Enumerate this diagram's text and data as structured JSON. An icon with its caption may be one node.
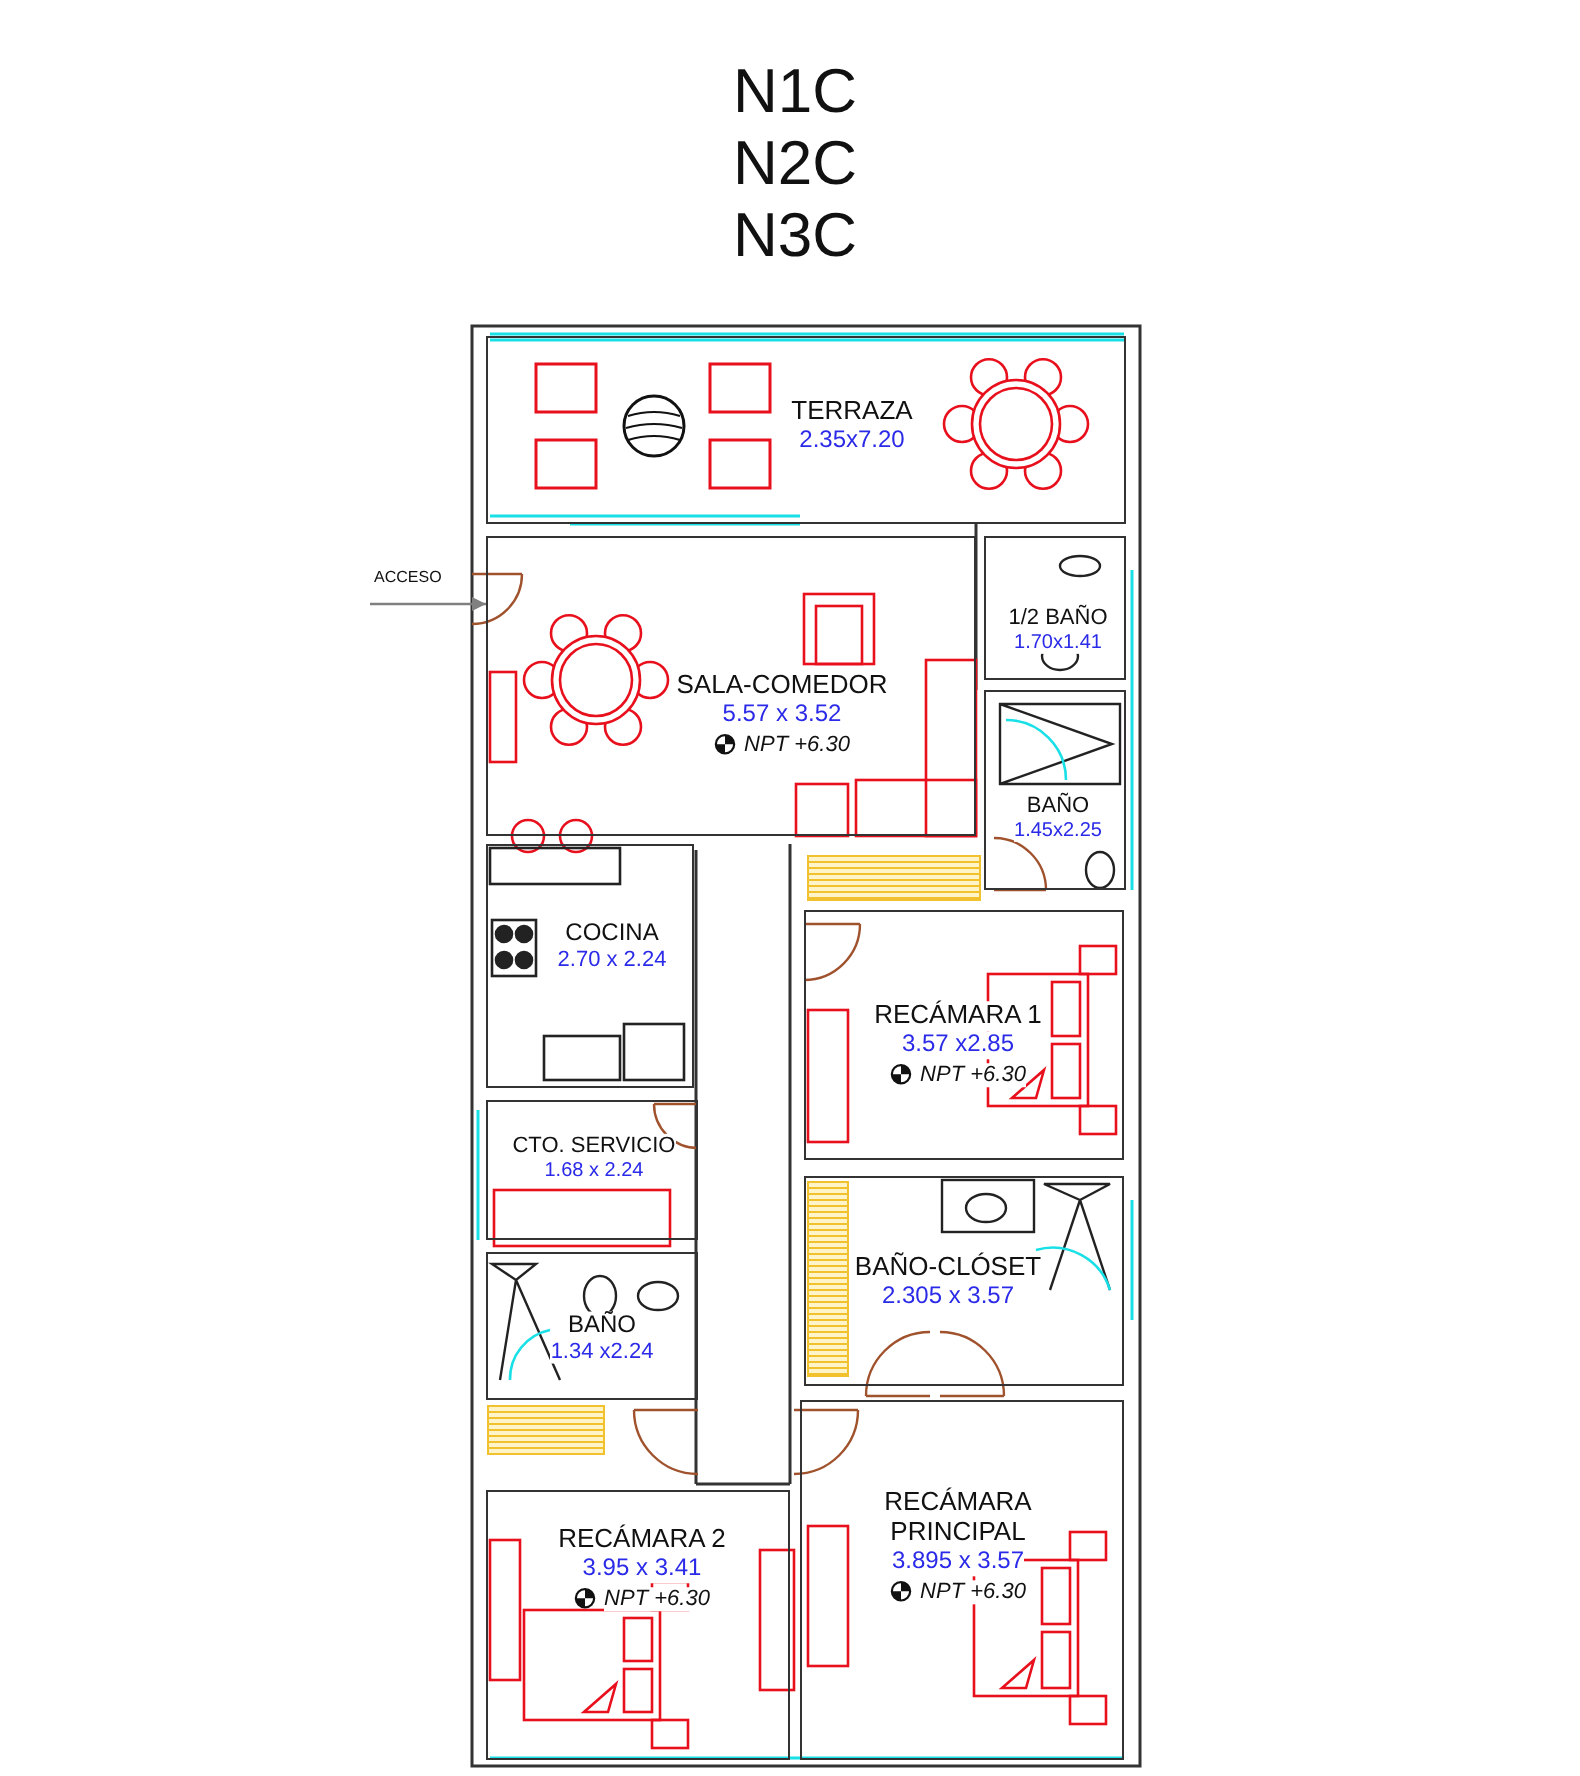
{
  "diagram": {
    "title": "N1C N2C N3C",
    "nodes": [
      {
        "text": [
          "TERRAZA",
          "2.35x7.20"
        ]
      },
      {
        "text": [
          "1/2 BAÑO",
          "1.70x1.41"
        ]
      },
      {
        "text": [
          "SALA-COMEDOR",
          "5.57 x 3.52",
          "NPT +6.30"
        ]
      },
      {
        "text": [
          "BAÑO",
          "1.45x2.25"
        ]
      },
      {
        "text": [
          "COCINA",
          "2.70 x 2.24"
        ]
      },
      {
        "text": [
          "RECÁMARA 1",
          "3.57 x2.85",
          "NPT +6.30"
        ]
      },
      {
        "text": [
          "CTO. SERVICIO",
          "1.68 x 2.24"
        ]
      },
      {
        "text": [
          "BAÑO-CLÓSET",
          "2.305 x 3.57"
        ]
      },
      {
        "text": [
          "BAÑO",
          "1.34 x2.24"
        ]
      },
      {
        "text": [
          "RECÁMARA 2",
          "3.95 x 3.41",
          "NPT +6.30"
        ]
      },
      {
        "text": [
          "RECÁMARA PRINCIPAL",
          "3.895 x 3.57",
          "NPT +6.30"
        ]
      }
    ],
    "edges": [
      {
        "from": null,
        "to": 2,
        "arrow": "to",
        "label": "ACCESO",
        "color": "#808080"
      }
    ]
  }
}
